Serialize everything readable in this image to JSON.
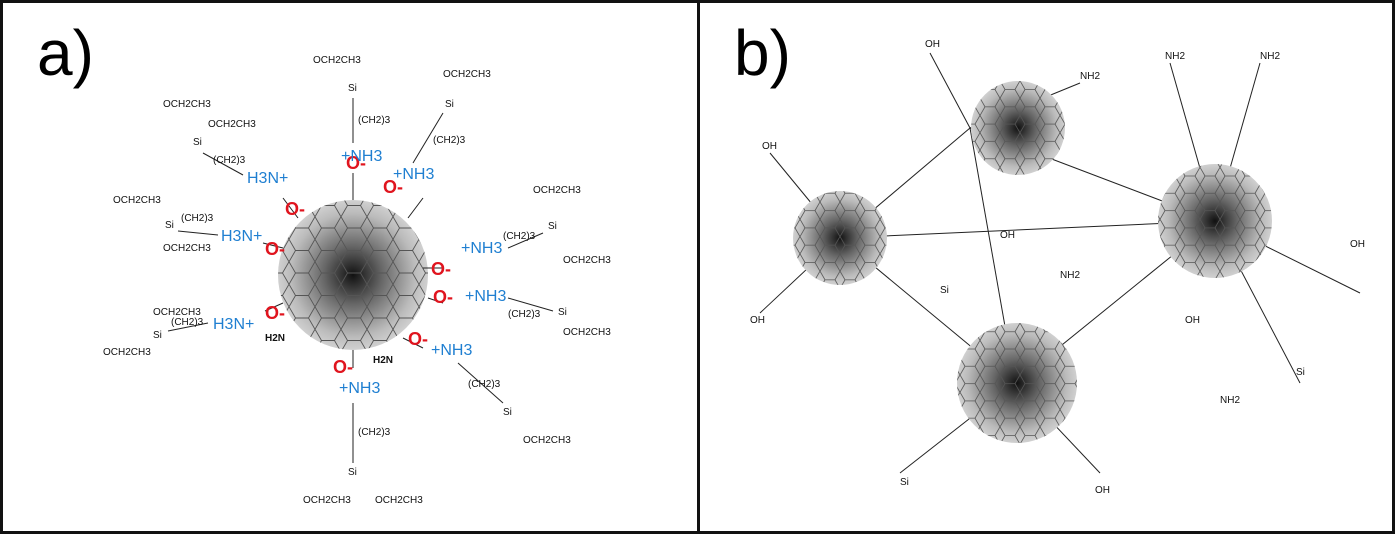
{
  "panels": [
    {
      "label": "a)",
      "chain_label": "Si",
      "ethoxy_label": "OCH2CH3",
      "propyl_label": "(CH2)3",
      "amine_label": "H3N+",
      "amine_label_alt": "+NH3",
      "carboxylate_label": "O-",
      "amino_label": "H2N"
    },
    {
      "label": "b)",
      "silanol_label": "OH",
      "amine_end_label": "NH2",
      "siloxane_label": "Si"
    }
  ],
  "colors": {
    "amine": "#1f7fd1",
    "carboxylate": "#e0141e",
    "border": "#111111"
  }
}
